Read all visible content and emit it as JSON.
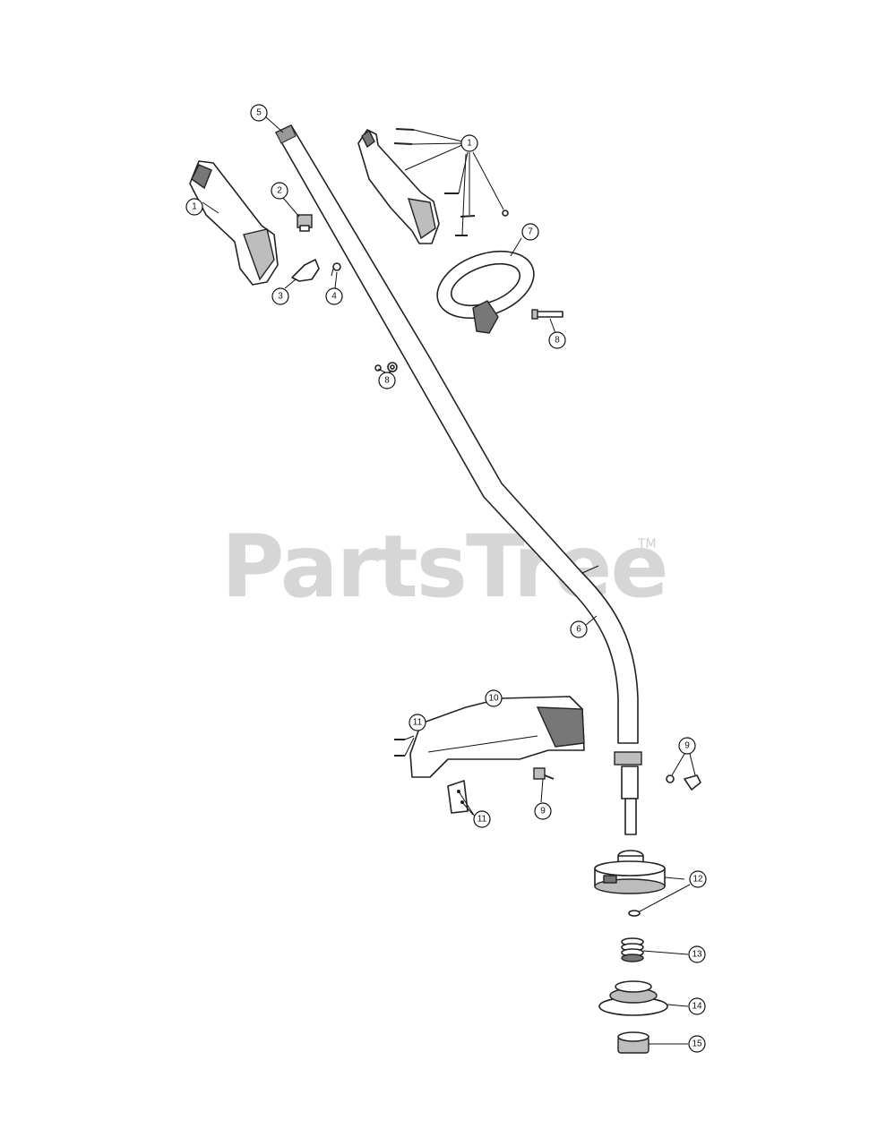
{
  "watermark": {
    "text": "PartsTree",
    "tm": "TM"
  },
  "callouts": [
    {
      "id": "c5",
      "label": "5"
    },
    {
      "id": "c1a",
      "label": "1"
    },
    {
      "id": "c1b",
      "label": "1"
    },
    {
      "id": "c2",
      "label": "2"
    },
    {
      "id": "c3",
      "label": "3"
    },
    {
      "id": "c4",
      "label": "4"
    },
    {
      "id": "c7",
      "label": "7"
    },
    {
      "id": "c8a",
      "label": "8"
    },
    {
      "id": "c8b",
      "label": "8"
    },
    {
      "id": "c6",
      "label": "6"
    },
    {
      "id": "c10",
      "label": "10"
    },
    {
      "id": "c11a",
      "label": "11"
    },
    {
      "id": "c11b",
      "label": "11"
    },
    {
      "id": "c9a",
      "label": "9"
    },
    {
      "id": "c9b",
      "label": "9"
    },
    {
      "id": "c12",
      "label": "12"
    },
    {
      "id": "c13",
      "label": "13"
    },
    {
      "id": "c14",
      "label": "14"
    },
    {
      "id": "c15",
      "label": "15"
    }
  ]
}
